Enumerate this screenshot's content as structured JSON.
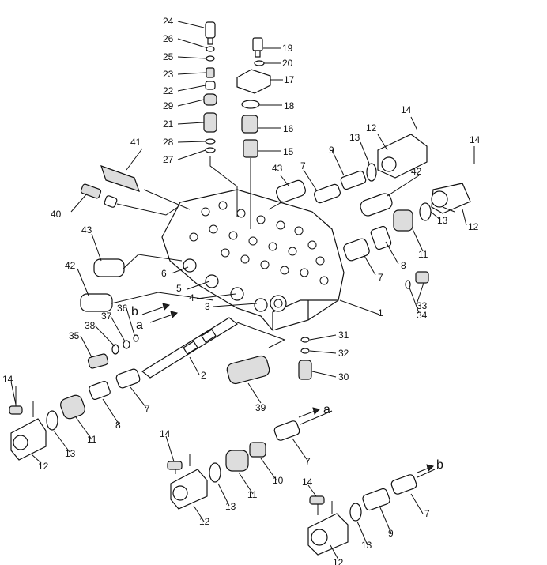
{
  "parts": [
    {
      "id": "p1",
      "label": "1"
    },
    {
      "id": "p2",
      "label": "2"
    },
    {
      "id": "p3",
      "label": "3"
    },
    {
      "id": "p4",
      "label": "4"
    },
    {
      "id": "p5",
      "label": "5"
    },
    {
      "id": "p6",
      "label": "6"
    },
    {
      "id": "p7a",
      "label": "7"
    },
    {
      "id": "p7b",
      "label": "7"
    },
    {
      "id": "p7c",
      "label": "7"
    },
    {
      "id": "p7d",
      "label": "7"
    },
    {
      "id": "p7e",
      "label": "7"
    },
    {
      "id": "p8a",
      "label": "8"
    },
    {
      "id": "p8b",
      "label": "8"
    },
    {
      "id": "p9a",
      "label": "9"
    },
    {
      "id": "p9b",
      "label": "9"
    },
    {
      "id": "p10",
      "label": "10"
    },
    {
      "id": "p11a",
      "label": "11"
    },
    {
      "id": "p11b",
      "label": "11"
    },
    {
      "id": "p11c",
      "label": "11"
    },
    {
      "id": "p12a",
      "label": "12"
    },
    {
      "id": "p12b",
      "label": "12"
    },
    {
      "id": "p12c",
      "label": "12"
    },
    {
      "id": "p12d",
      "label": "12"
    },
    {
      "id": "p12e",
      "label": "12"
    },
    {
      "id": "p13a",
      "label": "13"
    },
    {
      "id": "p13b",
      "label": "13"
    },
    {
      "id": "p13c",
      "label": "13"
    },
    {
      "id": "p13d",
      "label": "13"
    },
    {
      "id": "p13e",
      "label": "13"
    },
    {
      "id": "p14a",
      "label": "14"
    },
    {
      "id": "p14b",
      "label": "14"
    },
    {
      "id": "p14c",
      "label": "14"
    },
    {
      "id": "p14d",
      "label": "14"
    },
    {
      "id": "p14e",
      "label": "14"
    },
    {
      "id": "p15",
      "label": "15"
    },
    {
      "id": "p16",
      "label": "16"
    },
    {
      "id": "p17",
      "label": "17"
    },
    {
      "id": "p18",
      "label": "18"
    },
    {
      "id": "p19",
      "label": "19"
    },
    {
      "id": "p20",
      "label": "20"
    },
    {
      "id": "p21",
      "label": "21"
    },
    {
      "id": "p22",
      "label": "22"
    },
    {
      "id": "p23",
      "label": "23"
    },
    {
      "id": "p24",
      "label": "24"
    },
    {
      "id": "p25",
      "label": "25"
    },
    {
      "id": "p26",
      "label": "26"
    },
    {
      "id": "p27",
      "label": "27"
    },
    {
      "id": "p28",
      "label": "28"
    },
    {
      "id": "p29",
      "label": "29"
    },
    {
      "id": "p30",
      "label": "30"
    },
    {
      "id": "p31",
      "label": "31"
    },
    {
      "id": "p32",
      "label": "32"
    },
    {
      "id": "p33",
      "label": "33"
    },
    {
      "id": "p34",
      "label": "34"
    },
    {
      "id": "p35",
      "label": "35"
    },
    {
      "id": "p36",
      "label": "36"
    },
    {
      "id": "p37",
      "label": "37"
    },
    {
      "id": "p38",
      "label": "38"
    },
    {
      "id": "p39",
      "label": "39"
    },
    {
      "id": "p40",
      "label": "40"
    },
    {
      "id": "p41",
      "label": "41"
    },
    {
      "id": "p42a",
      "label": "42"
    },
    {
      "id": "p42b",
      "label": "42"
    },
    {
      "id": "p43a",
      "label": "43"
    },
    {
      "id": "p43b",
      "label": "43"
    }
  ],
  "flow_markers": [
    {
      "id": "a1",
      "label": "a"
    },
    {
      "id": "a2",
      "label": "a"
    },
    {
      "id": "b1",
      "label": "b"
    },
    {
      "id": "b2",
      "label": "b"
    }
  ]
}
